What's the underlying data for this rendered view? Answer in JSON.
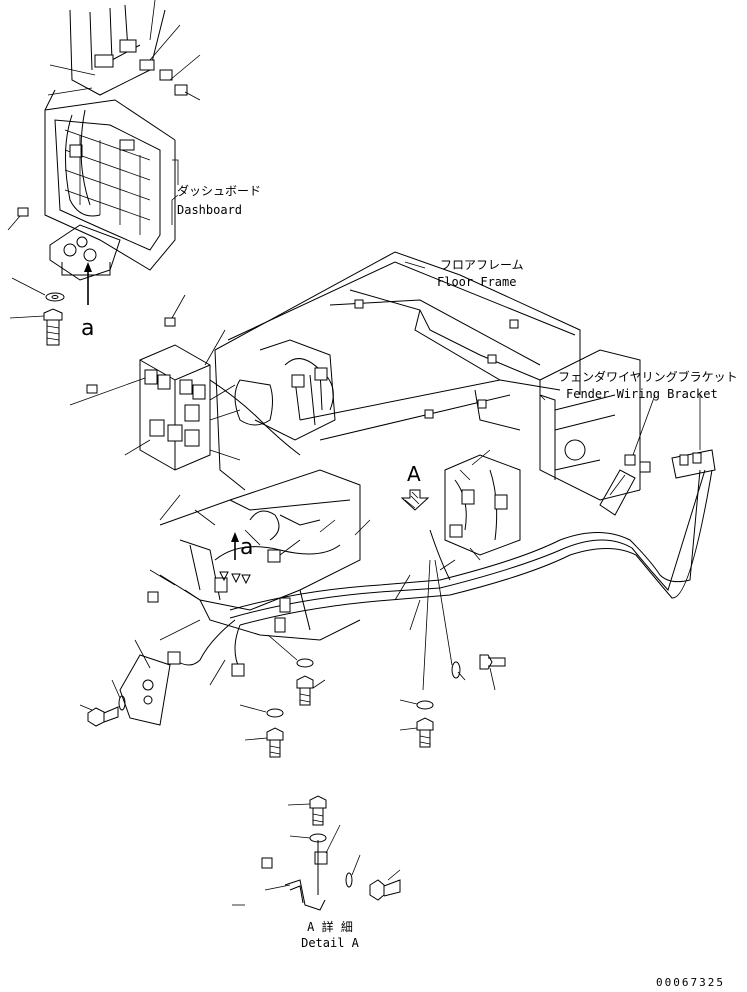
{
  "labels": {
    "dashboard_jp": "ダッシュボード",
    "dashboard_en": "Dashboard",
    "floor_frame_jp": "フロアフレーム",
    "floor_frame_en": "Floor Frame",
    "fender_bracket_jp": "フェンダワイヤリングブラケット",
    "fender_bracket_en": "Fender Wiring Bracket",
    "detail_a_jp": "A 詳 細",
    "detail_a_en": "Detail A"
  },
  "markers": {
    "view_a_upper": "a",
    "view_a_center": "a",
    "view_A": "A"
  },
  "drawing_code": "00067325"
}
